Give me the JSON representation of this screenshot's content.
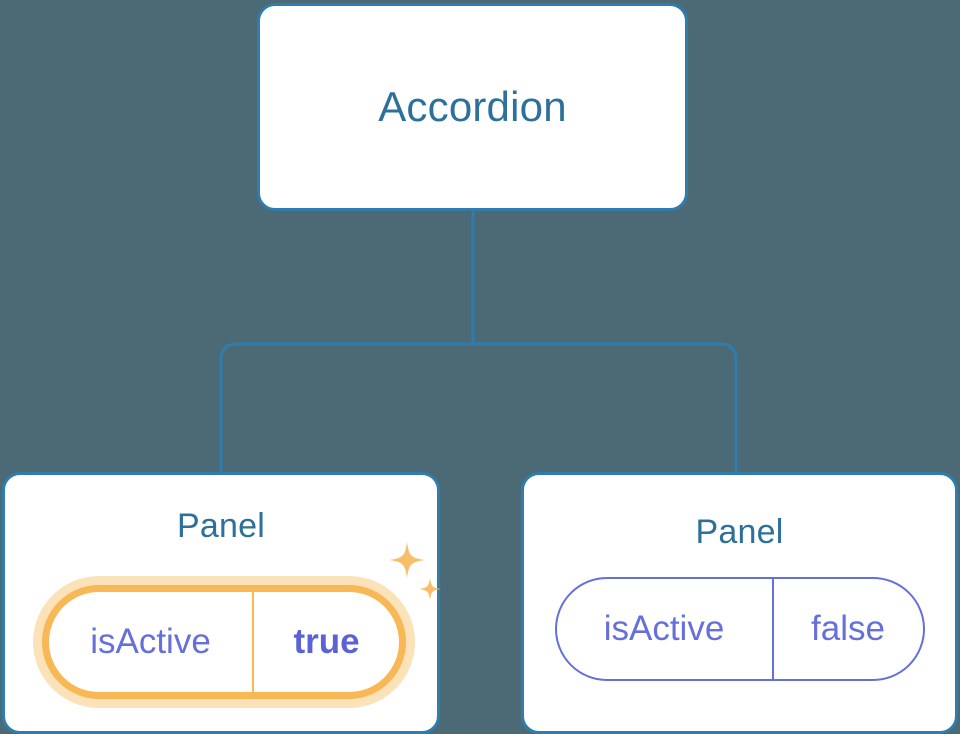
{
  "diagram": {
    "type": "component-tree",
    "background_color": "#4b6a76",
    "accent_color": "#2f7cad",
    "title_color": "#2d7099",
    "prop_color": "#6670da",
    "highlight_color": "#f7b855",
    "highlight_glow_color": "#fce2b8"
  },
  "root": {
    "label": "Accordion"
  },
  "children": [
    {
      "label": "Panel",
      "highlighted": true,
      "prop": {
        "key": "isActive",
        "value": "true"
      },
      "sparkle_icons": [
        "sparkle-large",
        "sparkle-small"
      ]
    },
    {
      "label": "Panel",
      "highlighted": false,
      "prop": {
        "key": "isActive",
        "value": "false"
      }
    }
  ]
}
